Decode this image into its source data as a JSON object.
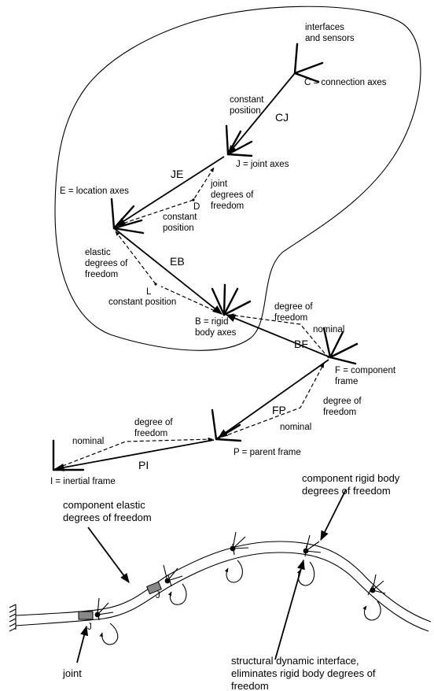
{
  "frames": {
    "C": [
      "interfaces",
      "and sensors",
      "C = connection axes"
    ],
    "J": "J = joint axes",
    "E": "E = location axes",
    "B": [
      "B = rigid",
      "body axes"
    ],
    "F": [
      "F = component",
      "frame"
    ],
    "P": "P = parent frame",
    "I": "I = inertial frame"
  },
  "vectors": {
    "CJ": "CJ",
    "JE": "JE",
    "EB": "EB",
    "BF": "BF",
    "FP": "FP",
    "PI": "PI"
  },
  "points": {
    "D": "D",
    "L": "L"
  },
  "annotations": {
    "cj_constant": [
      "constant",
      "position"
    ],
    "joint_dof": [
      "joint",
      "degrees of",
      "freedom"
    ],
    "ed_constant": [
      "constant",
      "position"
    ],
    "elastic_dof": [
      "elastic",
      "degrees of",
      "freedom"
    ],
    "lb_constant": "constant position",
    "bf_dof": [
      "degree of",
      "freedom"
    ],
    "bf_nominal": "nominal",
    "fp_dof": [
      "degree of",
      "freedom"
    ],
    "fp_nominal": "nominal",
    "pi_nominal": "nominal",
    "pi_dof": [
      "degree of",
      "freedom"
    ]
  },
  "beam": {
    "rigid_dof": [
      "component rigid body",
      "degrees of freedom"
    ],
    "elastic_dof": [
      "component elastic",
      "degrees of freedom"
    ],
    "joint_label_1": "J",
    "joint_label_2": "J",
    "joint": "joint",
    "interface": [
      "structural dynamic interface,",
      "eliminates rigid body degrees of",
      "freedom"
    ]
  }
}
